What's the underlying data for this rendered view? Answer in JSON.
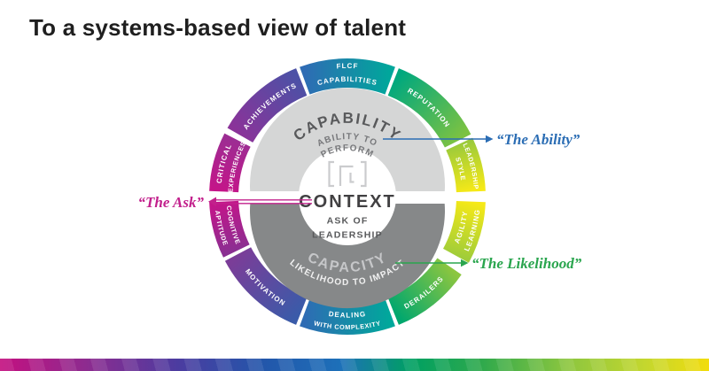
{
  "slide": {
    "title": "To a systems-based view of talent"
  },
  "wheel": {
    "segments": [
      {
        "name": "flcf-capabilities",
        "line1": "FLCF",
        "line2": "CAPABILITIES",
        "color_start": "#2E6CB4",
        "color_end": "#00A79B"
      },
      {
        "name": "reputation",
        "line1": "REPUTATION",
        "color_start": "#00A87E",
        "color_end": "#7CC242"
      },
      {
        "name": "leadership-style",
        "line1": "LEADERSHIP",
        "line2": "STYLE",
        "color_start": "#9BCA3B",
        "color_end": "#F6E917"
      },
      {
        "name": "learning-agility",
        "line1": "LEARNING",
        "line2": "AGILITY",
        "color_start": "#F6E917",
        "color_end": "#A0CD39"
      },
      {
        "name": "derailers",
        "line1": "DERAILERS",
        "color_start": "#8CC63F",
        "color_end": "#00A76E"
      },
      {
        "name": "dealing-with-complexity",
        "line1": "DEALING",
        "line2": "WITH COMPLEXITY",
        "color_start": "#00A89B",
        "color_end": "#2E6CB4"
      },
      {
        "name": "motivation",
        "line1": "MOTIVATION",
        "color_start": "#3A5BA9",
        "color_end": "#7B3D98"
      },
      {
        "name": "cognitive-aptitude",
        "line1": "COGNITIVE",
        "line2": "APTITUDE",
        "color_start": "#8A2F92",
        "color_end": "#C41589"
      },
      {
        "name": "critical-experiences",
        "line1": "CRITICAL",
        "line2": "EXPERIENCES",
        "color_start": "#C41589",
        "color_end": "#9C2D93"
      },
      {
        "name": "achievements",
        "line1": "ACHIEVEMENTS",
        "color_start": "#8A3399",
        "color_end": "#4C51A6"
      }
    ],
    "capability": {
      "title": "CAPABILITY",
      "sub1": "ABILITY TO",
      "sub2": "PERFORM"
    },
    "capacity": {
      "title": "CAPACITY",
      "sub": "LIKELIHOOD TO IMPACT"
    },
    "context": {
      "title": "CONTEXT",
      "sub1": "ASK OF",
      "sub2": "LEADERSHIP"
    }
  },
  "annotations": {
    "ability": {
      "text": "“The Ability”",
      "color": "#2B6DB4"
    },
    "ask": {
      "text": "“The Ask”",
      "color": "#C2208C"
    },
    "likelihood": {
      "text": "“The Likelihood”",
      "color": "#2AA54E"
    }
  },
  "footer": {
    "stops": [
      "#C31080",
      "#8E2B8F",
      "#4C3CA0",
      "#2356AA",
      "#1D70B9",
      "#00A062",
      "#2FA94C",
      "#8CC63F",
      "#C4D72E",
      "#F2DC0C"
    ]
  }
}
